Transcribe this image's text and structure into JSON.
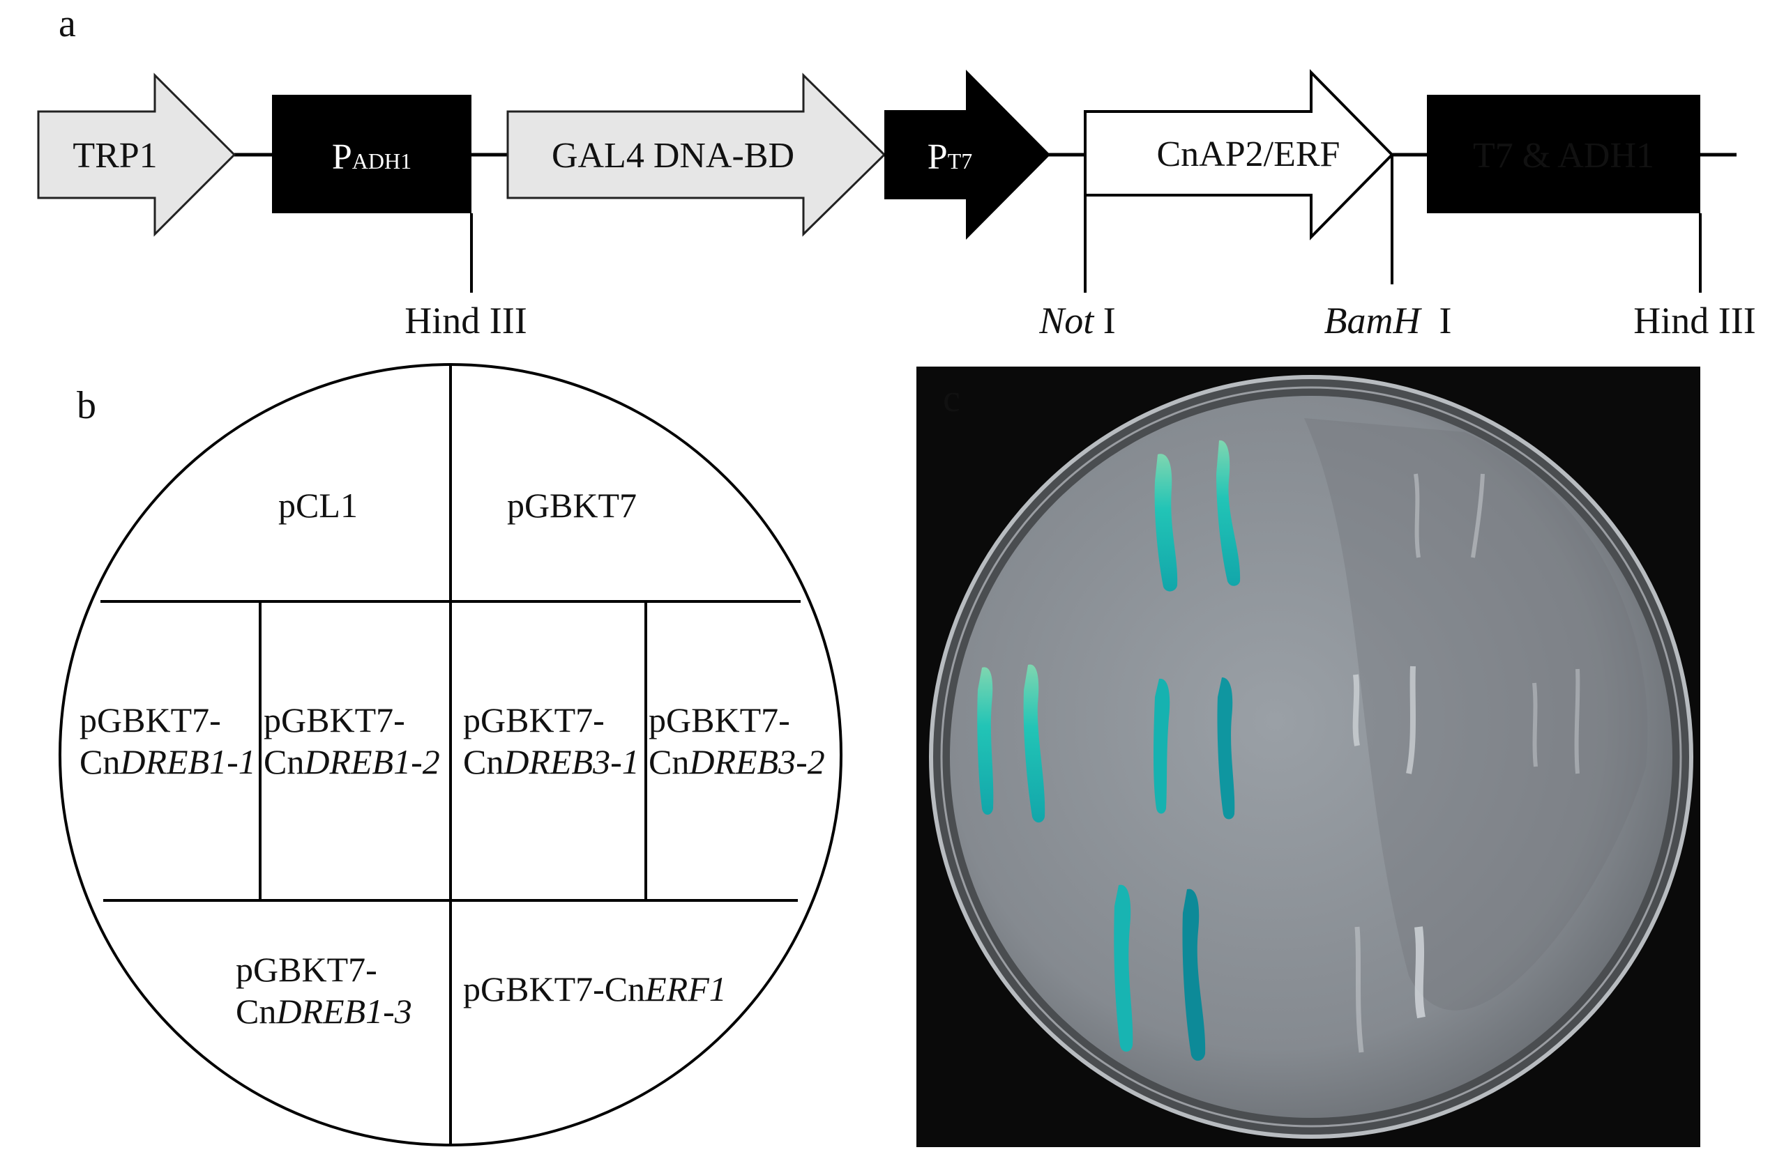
{
  "panel_a": {
    "label": "a",
    "elements": {
      "trp1": "TRP1",
      "padh1_main": "P",
      "padh1_sub": "ADH1",
      "gal4": "GAL4 DNA-BD",
      "pt7_main": "P",
      "pt7_sub": "T7",
      "cnap2": "CnAP2/ERF",
      "t7adh1": "T7 & ADH1"
    },
    "sites": {
      "hind3_left": "Hind III",
      "not1_italic": "Not",
      "not1_roman": " I",
      "bamh1_italic": "BamH",
      "bamh1_roman": "  I",
      "hind3_right": "Hind III"
    }
  },
  "panel_b": {
    "label": "b",
    "sectors": {
      "pcl1": "pCL1",
      "pgbkt7": "pGBKT7",
      "dreb11_line1": "pGBKT7-",
      "dreb11_pre": "Cn",
      "dreb11_gene": "DREB1-1",
      "dreb12_line1": "pGBKT7-",
      "dreb12_pre": "Cn",
      "dreb12_gene": "DREB1-2",
      "dreb31_line1": "pGBKT7-",
      "dreb31_pre": "Cn",
      "dreb31_gene": "DREB3-1",
      "dreb32_line1": "pGBKT7-",
      "dreb32_pre": "Cn",
      "dreb32_gene": "DREB3-2",
      "dreb13_line1": "pGBKT7-",
      "dreb13_pre": "Cn",
      "dreb13_gene": "DREB1-3",
      "erf1_pre": "pGBKT7-Cn",
      "erf1_gene": "ERF1"
    }
  },
  "panel_c": {
    "label": "c"
  },
  "colors": {
    "light_gray_arrow": "#e6e6e6",
    "black_block": "#000000",
    "blue_colony": "#1fbfb0",
    "dark_blue_colony": "#0f8f9a",
    "plate_background": "#0a0a0a",
    "agar": "#8f949a"
  }
}
